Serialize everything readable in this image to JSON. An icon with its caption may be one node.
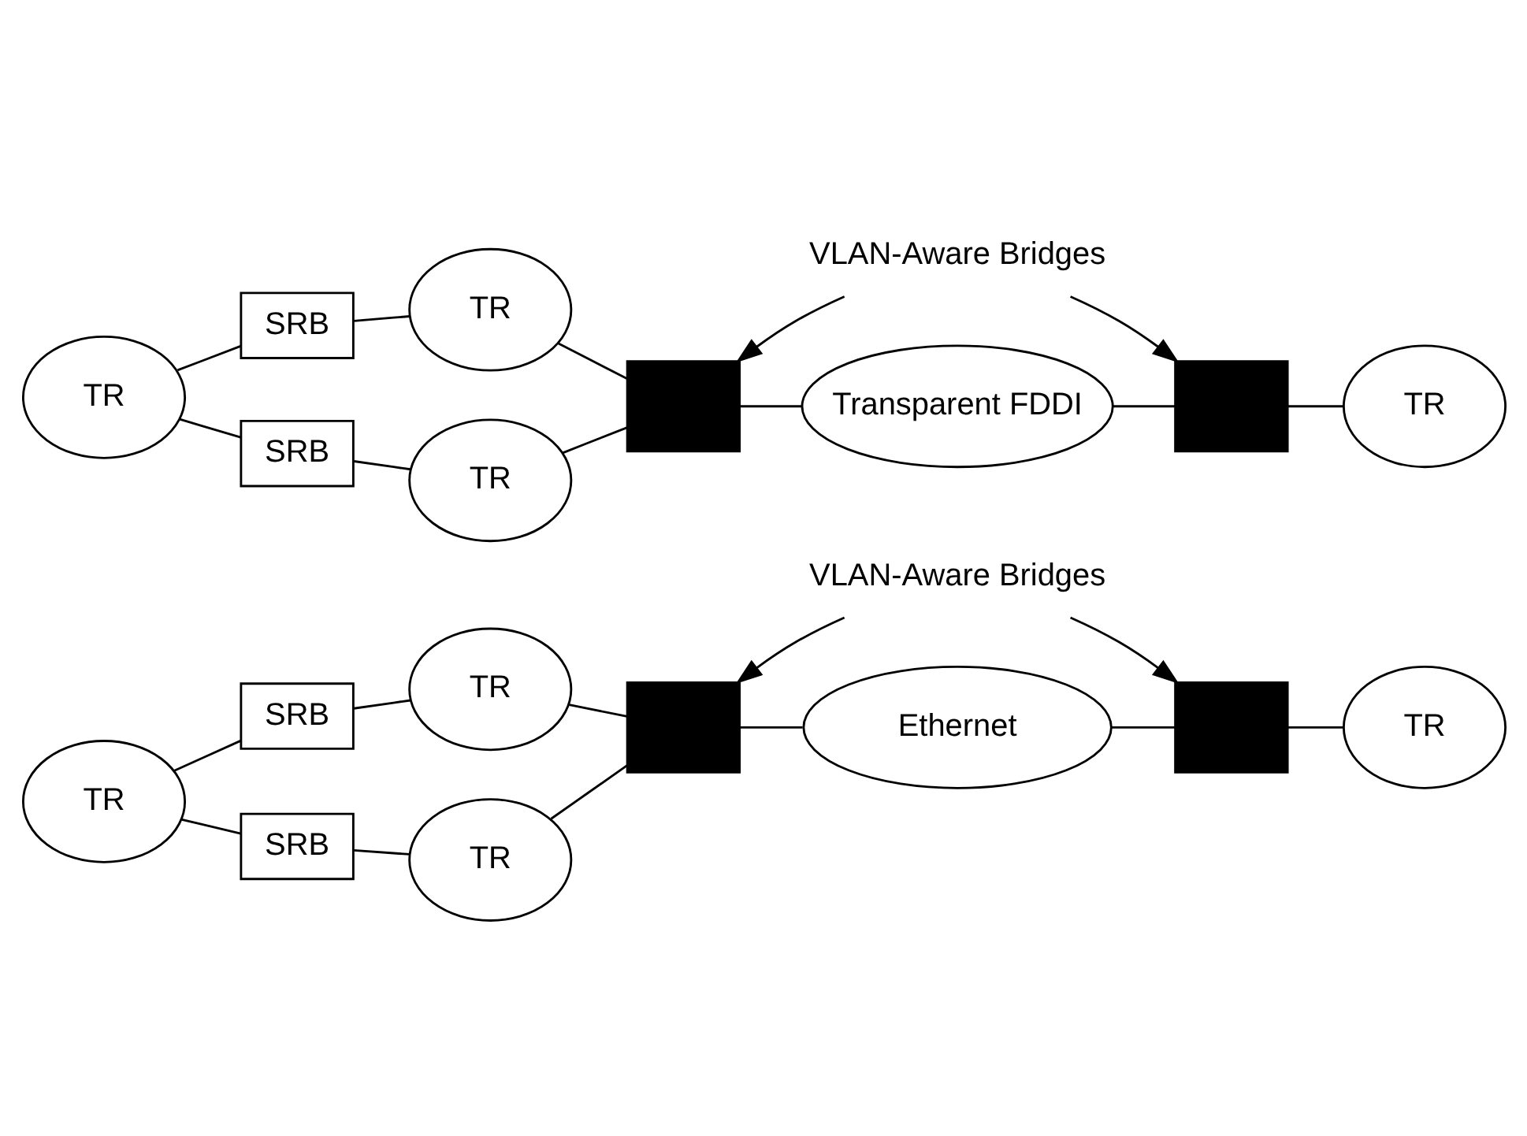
{
  "diagram": {
    "nodes": [
      {
        "text": [
          "TR"
        ]
      },
      {
        "text": [
          "SRB"
        ]
      },
      {
        "text": [
          "SRB"
        ]
      },
      {
        "text": [
          "TR"
        ]
      },
      {
        "text": [
          "TR"
        ]
      },
      {
        "text": [],
        "shape": "box"
      },
      {
        "text": [
          "Ethernet"
        ]
      },
      {
        "text": [],
        "shape": "box"
      },
      {
        "text": [
          "TR"
        ]
      },
      {
        "text": [
          "VLAN-Aware Bridges"
        ]
      },
      {
        "text": [
          "TR"
        ]
      },
      {
        "text": [
          "SRB"
        ]
      },
      {
        "text": [
          "SRB"
        ]
      },
      {
        "text": [
          "TR"
        ]
      },
      {
        "text": [
          "TR"
        ]
      },
      {
        "text": [],
        "shape": "box"
      },
      {
        "text": [
          "Transparent FDDI"
        ]
      },
      {
        "text": [],
        "shape": "box"
      },
      {
        "text": [
          "TR"
        ]
      },
      {
        "text": [
          "VLAN-Aware Bridges"
        ]
      }
    ],
    "edges": [
      {
        "from": 0,
        "to": 1,
        "arrow": "none"
      },
      {
        "from": 0,
        "to": 2,
        "arrow": "none"
      },
      {
        "from": 1,
        "to": 3,
        "arrow": "none"
      },
      {
        "from": 2,
        "to": 4,
        "arrow": "none"
      },
      {
        "from": 3,
        "to": 5,
        "arrow": "none"
      },
      {
        "from": 4,
        "to": 5,
        "arrow": "none"
      },
      {
        "from": 5,
        "to": 6,
        "arrow": "none"
      },
      {
        "from": 6,
        "to": 7,
        "arrow": "none"
      },
      {
        "from": 7,
        "to": 8,
        "arrow": "none"
      },
      {
        "from": 9,
        "to": 5,
        "arrow": "to"
      },
      {
        "from": 9,
        "to": 7,
        "arrow": "to"
      },
      {
        "from": 10,
        "to": 11,
        "arrow": "none"
      },
      {
        "from": 10,
        "to": 12,
        "arrow": "none"
      },
      {
        "from": 11,
        "to": 13,
        "arrow": "none"
      },
      {
        "from": 12,
        "to": 14,
        "arrow": "none"
      },
      {
        "from": 13,
        "to": 15,
        "arrow": "none"
      },
      {
        "from": 14,
        "to": 15,
        "arrow": "none"
      },
      {
        "from": 15,
        "to": 16,
        "arrow": "none"
      },
      {
        "from": 16,
        "to": 17,
        "arrow": "none"
      },
      {
        "from": 17,
        "to": 18,
        "arrow": "none"
      },
      {
        "from": 19,
        "to": 15,
        "arrow": "to"
      },
      {
        "from": 19,
        "to": 17,
        "arrow": "to"
      }
    ]
  }
}
